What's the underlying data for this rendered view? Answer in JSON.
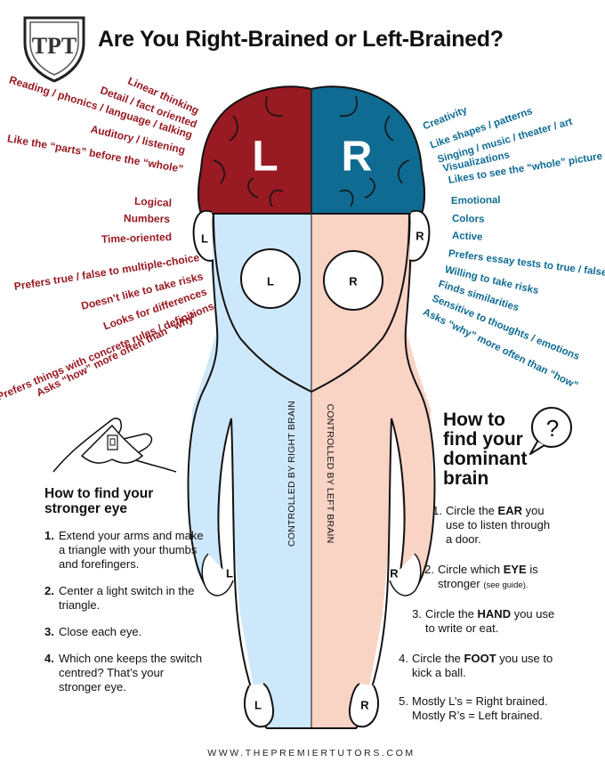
{
  "title": "Are You Right-Brained or Left-Brained?",
  "logo_monogram": "TPT",
  "colors": {
    "left_brain": "#981a23",
    "right_brain": "#0f6b92",
    "left_body": "#cde8fa",
    "right_body": "#f9d3c4"
  },
  "brain": {
    "left_letter": "L",
    "right_letter": "R"
  },
  "left_traits": [
    "Linear thinking",
    "Detail / fact oriented",
    "Reading / phonics / language / talking",
    "Auditory / listening",
    "Like the “parts” before the “whole”",
    "Logical",
    "Numbers",
    "Time-oriented",
    "Prefers true / false to multiple-choice",
    "Doesn’t like to take risks",
    "Looks for differences",
    "Prefers things with concrete rules / definitions",
    "Asks “how” more often than “why”"
  ],
  "right_traits": [
    "Creativity",
    "Like shapes / patterns",
    "Singing / music / theater / art",
    "Visualizations",
    "Likes to see the “whole” picture",
    "Emotional",
    "Colors",
    "Active",
    "Prefers essay tests to true / false",
    "Willing to take risks",
    "Finds similarities",
    "Sensitive to thoughts / emotions",
    "Asks “why” more often than “how”"
  ],
  "body_marks": {
    "ear_left": "L",
    "ear_right": "R",
    "eye_left": "L",
    "eye_right": "R",
    "hand_left": "L",
    "hand_right": "R",
    "foot_left": "L",
    "foot_right": "R"
  },
  "body_labels": {
    "left": "CONTROLLED BY RIGHT BRAIN",
    "right": "CONTROLLED BY LEFT BRAIN"
  },
  "question_icon": "?",
  "eye_guide": {
    "heading_line1": "How to find your",
    "heading_line2": "stronger eye",
    "steps": [
      {
        "num": "1.",
        "text": "Extend your arms and make a triangle with your thumbs and forefingers."
      },
      {
        "num": "2.",
        "text": "Center a light switch in the triangle."
      },
      {
        "num": "3.",
        "text": "Close each eye."
      },
      {
        "num": "4.",
        "text": "Which one keeps the switch centred? That’s your stronger eye."
      }
    ]
  },
  "dominant": {
    "heading_lines": [
      "How to",
      "find your",
      "dominant",
      "brain"
    ],
    "steps": [
      {
        "num": "1.",
        "pre": "Circle the ",
        "bold": "EAR",
        "post": " you",
        "line2": "use to listen through",
        "line3": "a door."
      },
      {
        "num": "2.",
        "pre": "Circle which ",
        "bold": "EYE",
        "post": " is",
        "line2": "stronger",
        "note": "(see guide)."
      },
      {
        "num": "3.",
        "pre": "Circle the ",
        "bold": "HAND",
        "post": " you use",
        "line2": "to write or eat."
      },
      {
        "num": "4.",
        "pre": "Circle the ",
        "bold": "FOOT",
        "post": " you use to",
        "line2": "kick a ball."
      },
      {
        "num": "5.",
        "line1": "Mostly L’s = Right brained.",
        "line2": "Mostly R’s = Left brained."
      }
    ]
  },
  "footer_url": "WWW.THEPREMIERTUTORS.COM"
}
